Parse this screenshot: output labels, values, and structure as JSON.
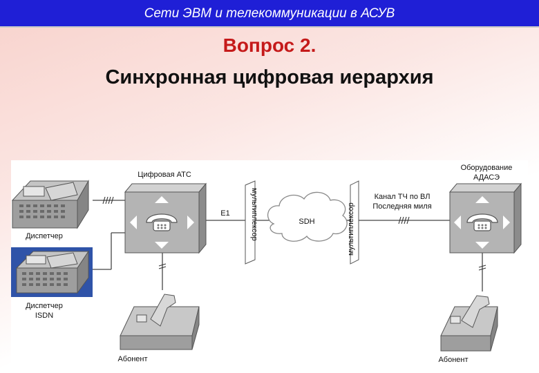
{
  "header": {
    "title": "Сети ЭВМ и телекоммуникации в АСУВ"
  },
  "slide": {
    "question": "Вопрос 2.",
    "title": "Синхронная цифровая иерархия"
  },
  "diagram": {
    "digital_ats_label": "Цифровая АТС",
    "equipment_label_line1": "Оборудование",
    "equipment_label_line2": "АДАСЭ",
    "dispatcher_label": "Диспетчер",
    "dispatcher_isdn_line1": "Диспетчер",
    "dispatcher_isdn_line2": "ISDN",
    "subscriber_left_label": "Абонент",
    "subscriber_right_label": "Абонент",
    "e1_label": "E1",
    "sdh_label": "SDH",
    "mux_left_label": "мультиплексор",
    "mux_right_label": "мультиплексор",
    "channel_label_line1": "Канал ТЧ по ВЛ",
    "channel_label_line2": "Последняя миля"
  },
  "colors": {
    "header_bg": "#1f1fd6",
    "question_red": "#c51a1a",
    "box_gray": "#b4b4b4",
    "isdn_blue": "#2f53a8"
  }
}
